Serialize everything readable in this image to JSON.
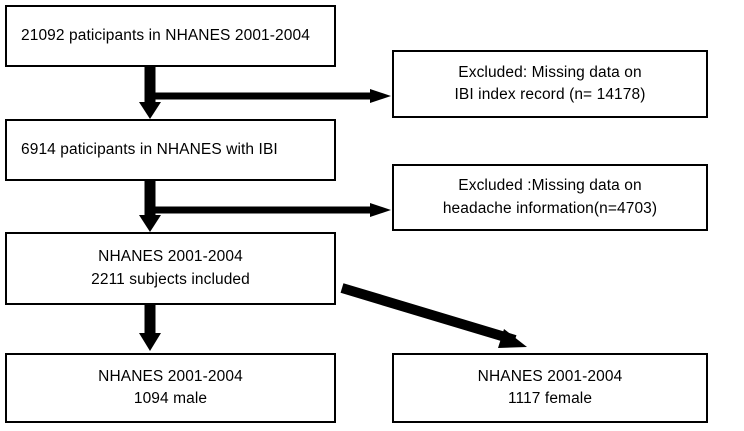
{
  "figure": {
    "type": "flowchart",
    "orientation": "top-to-bottom",
    "background_color": "#ffffff",
    "line_color": "#000000",
    "text_color": "#000000"
  },
  "nodes": {
    "total_participants": {
      "lines": [
        "21092 paticipants in NHANES 2001-2004"
      ]
    },
    "with_ibi": {
      "lines": [
        "6914 paticipants in NHANES with IBI"
      ]
    },
    "included": {
      "lines": [
        "NHANES 2001-2004",
        "2211 subjects included"
      ]
    },
    "male": {
      "lines": [
        "NHANES 2001-2004",
        "1094 male"
      ]
    },
    "female": {
      "lines": [
        "NHANES 2001-2004",
        "1117 female"
      ]
    },
    "excluded_ibi": {
      "lines": [
        "Excluded: Missing data on",
        "IBI index record (n= 14178)"
      ]
    },
    "excluded_headache": {
      "lines": [
        "Excluded :Missing data on",
        "headache information(n=4703)"
      ]
    }
  },
  "edges": [
    {
      "name": "total-to-with-ibi",
      "kind": "down-arrow"
    },
    {
      "name": "total-to-excluded-ibi",
      "kind": "right-arrow"
    },
    {
      "name": "with-ibi-to-included",
      "kind": "down-arrow"
    },
    {
      "name": "with-ibi-to-excluded-headache",
      "kind": "right-arrow"
    },
    {
      "name": "included-to-male",
      "kind": "down-arrow"
    },
    {
      "name": "included-to-female",
      "kind": "diagonal-arrow"
    }
  ]
}
